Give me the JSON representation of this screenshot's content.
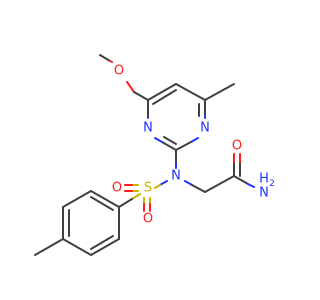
{
  "colors": {
    "carbon": "#404040",
    "nitrogen": "#1f35ff",
    "oxygen": "#ff1f1f",
    "sulfur": "#c8b400"
  },
  "molecule": {
    "atoms": {
      "o_methoxy": "O",
      "n_ring_left": "N",
      "n_ring_right": "N",
      "n_central": "N",
      "s": "S",
      "o_s_left": "O",
      "o_s_bottom": "O",
      "o_amide": "O",
      "nh2_n": "N",
      "nh2_h": "H",
      "nh2_sub": "2"
    }
  }
}
